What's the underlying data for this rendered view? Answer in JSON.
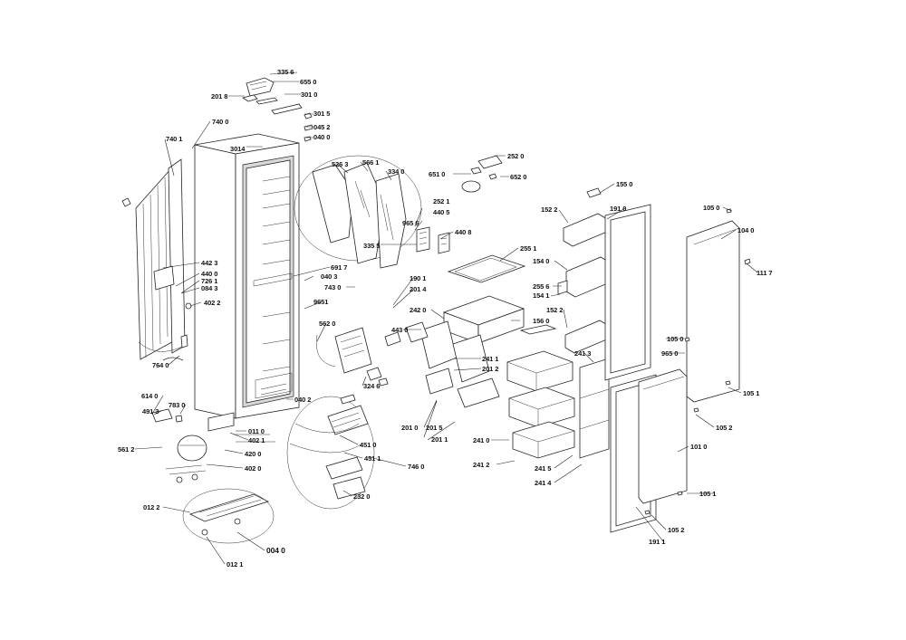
{
  "labels": {
    "l3356": "335 6",
    "l6550": "655 0",
    "l2018": "201 8",
    "l3010": "301 0",
    "l7400": "740 0",
    "l3015": "301 5",
    "l0452": "045 2",
    "l0400a": "040 0",
    "l7401": "740 1",
    "l3014": "3014",
    "l5263": "526 3",
    "l5661": "566 1",
    "l3340": "334 0",
    "l2520": "252 0",
    "l6510": "651 0",
    "l6520": "652 0",
    "l1550": "155 0",
    "l2521": "252 1",
    "l4405": "440 5",
    "l9656": "965 6",
    "l1522a": "152 2",
    "l1910": "191 0",
    "l1050a": "105 0",
    "l1040": "104 0",
    "l4408": "440 8",
    "l3355": "335 5",
    "l2551": "255 1",
    "l4423": "442 3",
    "l4400": "440 0",
    "l7261": "726 1",
    "l0843": "084 3",
    "l6917": "691 7",
    "l0403": "040 3",
    "l7430": "743 0",
    "l1901": "190 1",
    "l2014": "201 4",
    "l1540": "154 0",
    "l1117": "111 7",
    "l2556": "255 6",
    "l1541": "154 1",
    "l4022": "402 2",
    "l9651": "9651",
    "l2420": "242 0",
    "l1560": "156 0",
    "l1522b": "152 2",
    "l5620": "562 0",
    "l4430": "443 0",
    "l1050b": "105 0",
    "l9650": "965 0",
    "l2413": "241 3",
    "l2411": "241 1",
    "l2012": "201 2",
    "l7640": "764 0",
    "l3246": "324 6",
    "l1051a": "105 1",
    "l6140": "614 0",
    "l7830": "783 0",
    "l0402": "040 2",
    "l4913": "491 3",
    "l0110": "011 0",
    "l4021": "402 1",
    "l2010": "201 0",
    "l2015": "201 5",
    "l2011": "201 1",
    "l2410": "241 0",
    "l1052a": "105 2",
    "l4510": "451 0",
    "l5612": "561 2",
    "l4200": "420 0",
    "l4511": "451 1",
    "l1010": "101 0",
    "l4020": "402 0",
    "l7460": "746 0",
    "l2412": "241 2",
    "l2415": "241 5",
    "l2414": "241 4",
    "l1051b": "105 1",
    "l2320": "232 0",
    "l0122": "012 2",
    "l1052b": "105 2",
    "l0040": "004 0",
    "l1911": "191 1",
    "l0121": "012 1"
  }
}
